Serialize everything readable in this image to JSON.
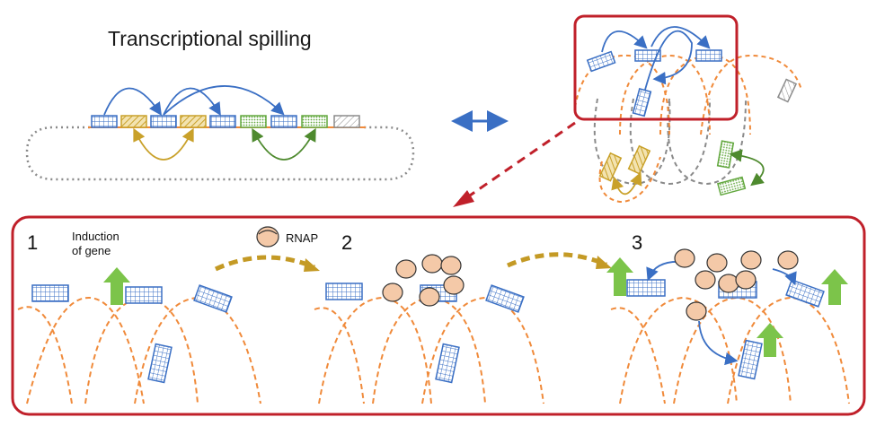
{
  "title": "Transcriptional spilling",
  "panel": {
    "step1": "1",
    "step2": "2",
    "step3": "3",
    "induction_line1": "Induction",
    "induction_line2": "of gene",
    "rnap_label": "RNAP"
  },
  "colors": {
    "gene_blue": "#3a6fc4",
    "gene_gold": "#c9a12a",
    "gene_green": "#63a83f",
    "gene_gray": "#8c8c8c",
    "dna_orange": "#f08a3a",
    "dna_gray": "#8a8a8a",
    "frame_red": "#c0202a",
    "arrow_gold": "#c49a25",
    "arrow_green_up": "#7cc44a",
    "rnap_fill": "#f4c9a8",
    "arrow_blue": "#4a7bd0"
  }
}
